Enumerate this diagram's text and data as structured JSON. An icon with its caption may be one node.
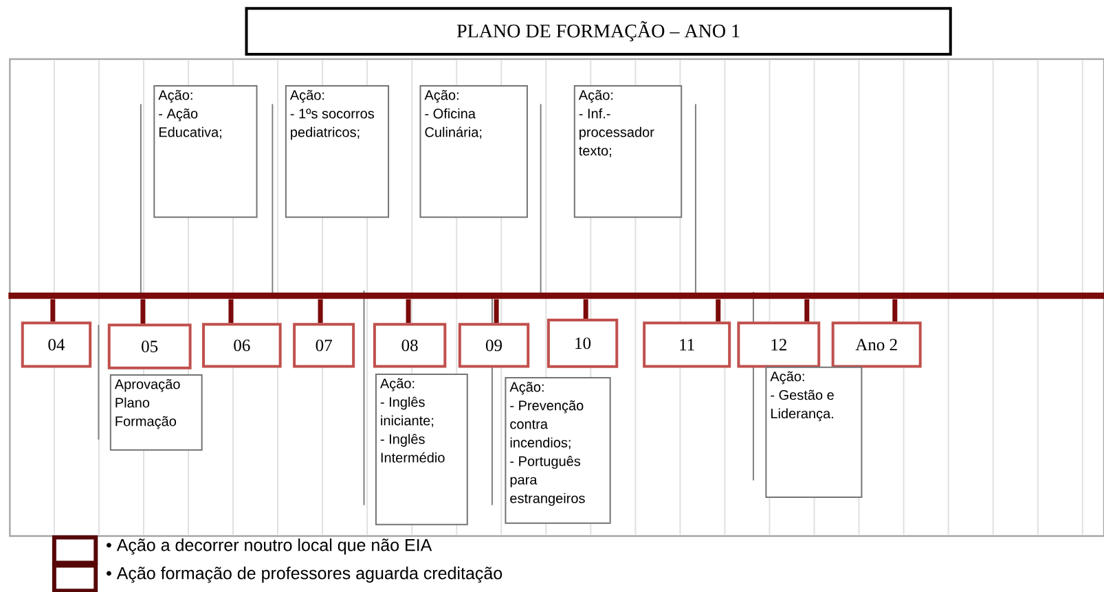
{
  "diagram": {
    "nodes": [
      {
        "text": [
          "PLANO DE FORMAÇÃO – ANO 1"
        ]
      },
      {
        "text": [
          "Ação:",
          "- Ação Educativa;"
        ]
      },
      {
        "text": [
          "Ação:",
          "- 1ºs socorros pediatricos;"
        ]
      },
      {
        "text": [
          "Ação:",
          "- Oficina Culinária;"
        ]
      },
      {
        "text": [
          "Ação:",
          "- Inf.- processador texto;"
        ]
      },
      {
        "text": [],
        "shape": "bar"
      },
      {
        "text": [
          "04"
        ]
      },
      {
        "text": [
          "05"
        ]
      },
      {
        "text": [
          "06"
        ]
      },
      {
        "text": [
          "07"
        ]
      },
      {
        "text": [
          "08"
        ]
      },
      {
        "text": [
          "09"
        ]
      },
      {
        "text": [
          "10"
        ]
      },
      {
        "text": [
          "11"
        ]
      },
      {
        "text": [
          "12"
        ]
      },
      {
        "text": [
          "Ano 2"
        ]
      },
      {
        "text": [
          "Aprovação Plano Formação"
        ]
      },
      {
        "text": [
          "Ação:",
          "- Inglês iniciante;",
          "- Inglês Intermédio"
        ]
      },
      {
        "text": [
          "Ação:",
          "- Prevenção contra incendios;",
          "- Português para estrangeiros"
        ]
      },
      {
        "text": [
          "Ação:",
          "- Gestão e Liderança."
        ]
      }
    ],
    "edges": [
      {
        "from": 5,
        "to": 6,
        "arrow": "none"
      },
      {
        "from": 5,
        "to": 7,
        "arrow": "none"
      },
      {
        "from": 5,
        "to": 8,
        "arrow": "none"
      },
      {
        "from": 5,
        "to": 9,
        "arrow": "none"
      },
      {
        "from": 5,
        "to": 10,
        "arrow": "none"
      },
      {
        "from": 5,
        "to": 11,
        "arrow": "none"
      },
      {
        "from": 5,
        "to": 12,
        "arrow": "none"
      },
      {
        "from": 5,
        "to": 13,
        "arrow": "none"
      },
      {
        "from": 5,
        "to": 14,
        "arrow": "none"
      },
      {
        "from": 5,
        "to": 15,
        "arrow": "none"
      }
    ],
    "legend": [
      {
        "text": "• Ação a decorrer noutro local que não EIA"
      },
      {
        "text": "• Ação formação de professores aguarda creditação"
      }
    ]
  }
}
